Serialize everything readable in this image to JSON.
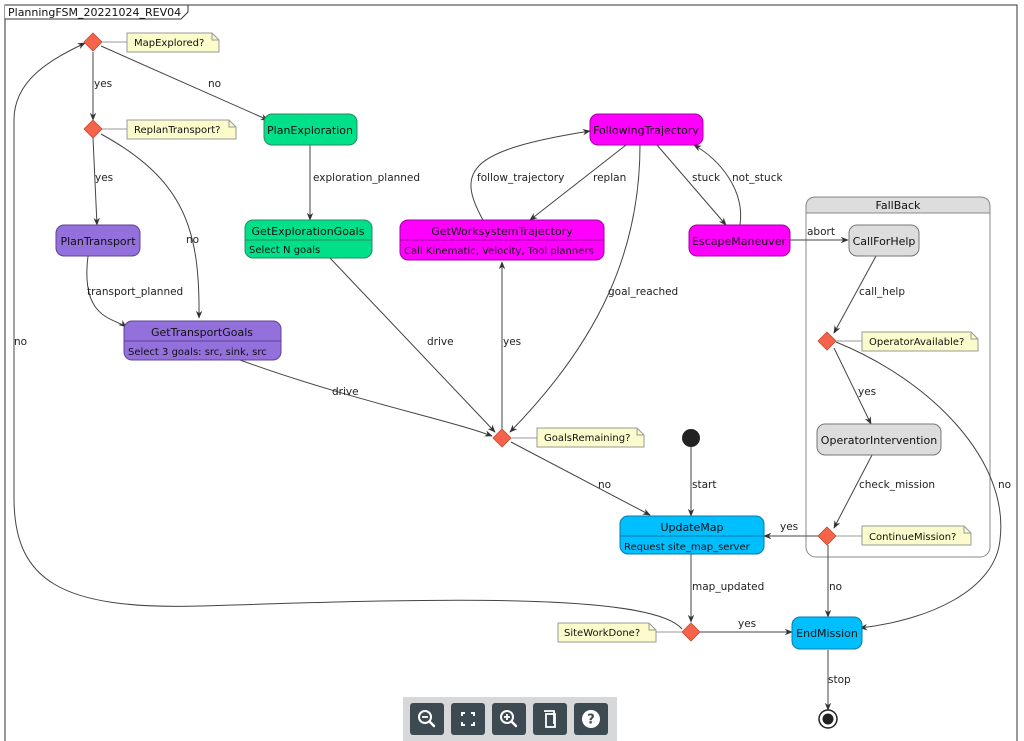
{
  "diagram": {
    "title": "PlanningFSM_20221024_REV04",
    "group_title": "FallBack",
    "states": {
      "plan_exploration": "PlanExploration",
      "get_exploration_goals": "GetExplorationGoals",
      "get_exploration_goals_desc": "Select N goals",
      "plan_transport": "PlanTransport",
      "get_transport_goals": "GetTransportGoals",
      "get_transport_goals_desc": "Select 3 goals: src, sink, src",
      "get_worksystem_trajectory": "GetWorksystemTrajectory",
      "get_worksystem_trajectory_desc": "Call Kinematic, Velocity, Tool planners",
      "following_trajectory": "FollowingTrajectory",
      "escape_maneuver": "EscapeManeuver",
      "call_for_help": "CallForHelp",
      "operator_intervention": "OperatorIntervention",
      "update_map": "UpdateMap",
      "update_map_desc": "Request site_map_server",
      "end_mission": "EndMission"
    },
    "notes": {
      "map_explored": "MapExplored?",
      "replan_transport": "ReplanTransport?",
      "goals_remaining": "GoalsRemaining?",
      "operator_available": "OperatorAvailable?",
      "continue_mission": "ContinueMission?",
      "site_work_done": "SiteWorkDone?"
    },
    "edge_labels": {
      "map_yes": "yes",
      "map_no": "no",
      "replan_yes": "yes",
      "replan_no": "no",
      "exploration_planned": "exploration_planned",
      "transport_planned": "transport_planned",
      "drive_exploration": "drive",
      "drive_transport": "drive",
      "goals_yes": "yes",
      "goals_no": "no",
      "follow_trajectory": "follow_trajectory",
      "replan": "replan",
      "goal_reached": "goal_reached",
      "stuck": "stuck",
      "not_stuck": "not_stuck",
      "abort": "abort",
      "call_help": "call_help",
      "operator_yes": "yes",
      "operator_no": "no",
      "check_mission": "check_mission",
      "continue_yes": "yes",
      "continue_no": "no",
      "start": "start",
      "map_updated": "map_updated",
      "sitework_yes": "yes",
      "sitework_no": "no",
      "stop": "stop"
    },
    "colors": {
      "green": "#00e08a",
      "purple": "#9370db",
      "magenta": "#ff00ff",
      "cyan": "#00bfff",
      "gray": "#dddddd",
      "diamond": "#f4634a",
      "note": "#fbfbcb"
    }
  },
  "toolbar": {
    "buttons": [
      "zoom-out-icon",
      "fit-screen-icon",
      "zoom-in-icon",
      "copy-icon",
      "help-icon"
    ]
  }
}
